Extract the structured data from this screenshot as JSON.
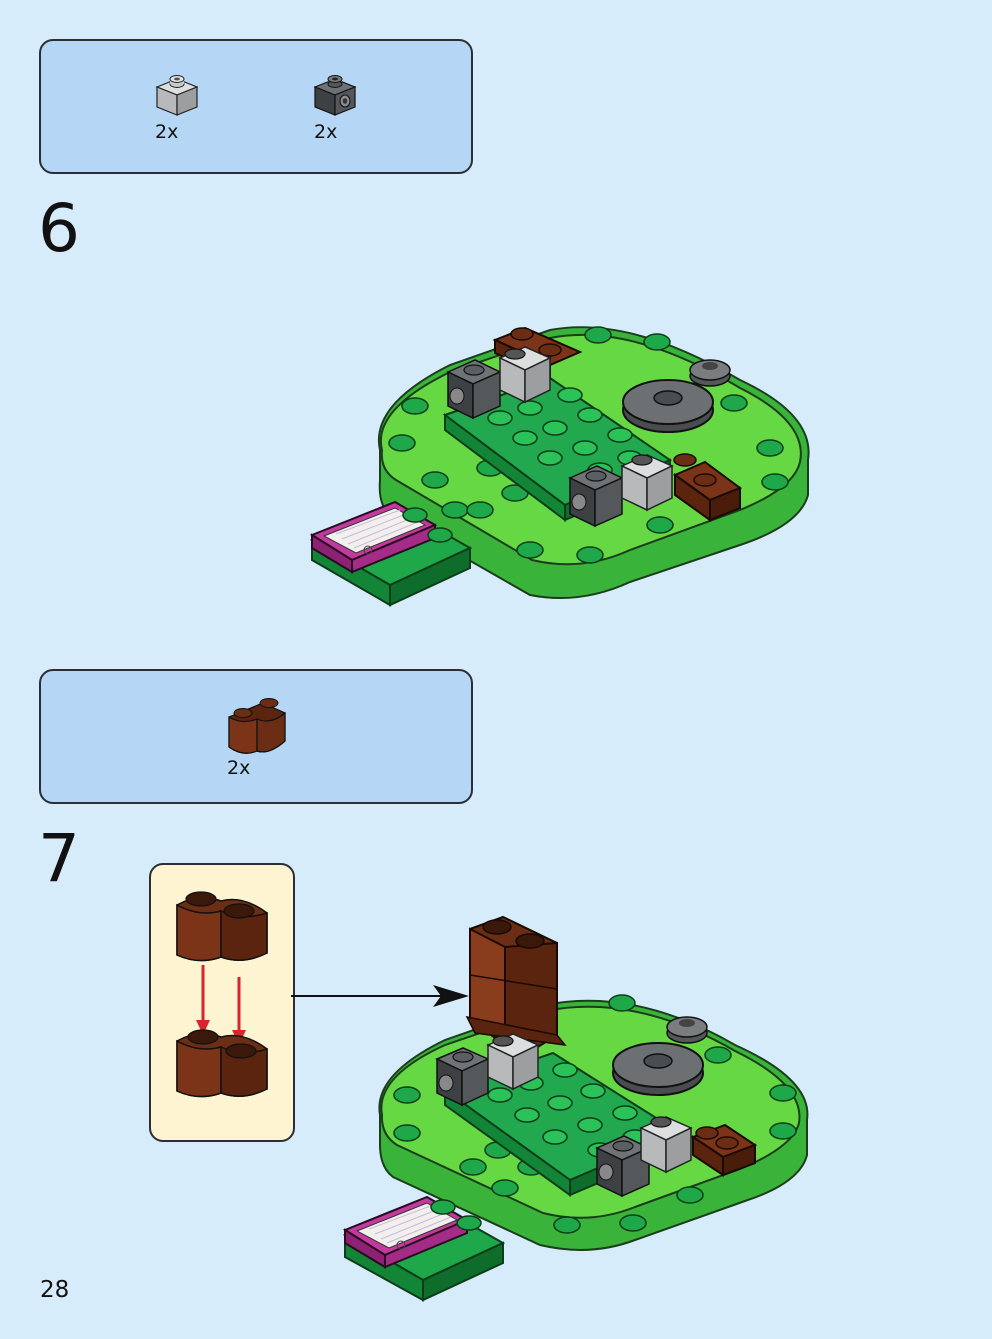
{
  "page": {
    "number": "28"
  },
  "steps": [
    {
      "number": "6",
      "parts": [
        {
          "icon": "light-grey-1x1-brick-icon",
          "qty": "2x"
        },
        {
          "icon": "dark-grey-1x1-brick-with-side-stud-icon",
          "qty": "2x"
        }
      ]
    },
    {
      "number": "7",
      "parts": [
        {
          "icon": "reddish-brown-1x2-round-brick-icon",
          "qty": "2x"
        }
      ]
    }
  ],
  "colors": {
    "background": "#d6ecfb",
    "parts_box": "#b5d7f5",
    "callout": "#fef4d2",
    "bright_green": "#5fcf3a",
    "dark_green": "#1f9c45",
    "reddish_brown": "#6b2e14",
    "light_grey": "#c4c6c8",
    "dark_grey": "#4a4d50",
    "arrow_red": "#d8242c",
    "tile_magenta": "#c23a9d"
  }
}
